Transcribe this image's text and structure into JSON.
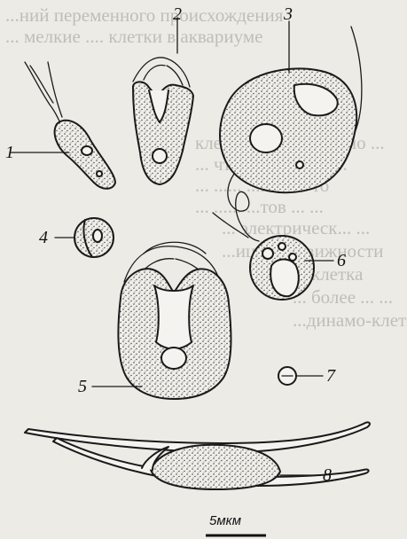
{
  "figure": {
    "labels": [
      "1",
      "2",
      "3",
      "4",
      "5",
      "6",
      "7",
      "8"
    ],
    "scale_bar": "5мкм"
  },
  "background_text": {
    "lines": [
      "...ний переменного происхождения",
      "... мелкие .... клетки в аквариуме",
      "",
      "",
      "",
      "",
      "клетки хорошо видно ...",
      "... что ... ....ния в ....",
      "... ...... ...ния ... то",
      "... ...... ...тов ... ...",
      "... электрическ... ...",
      "...ицы, подвижности",
      "... клетка",
      "... более ... ...",
      "...динамо-клетки ... ..."
    ]
  }
}
